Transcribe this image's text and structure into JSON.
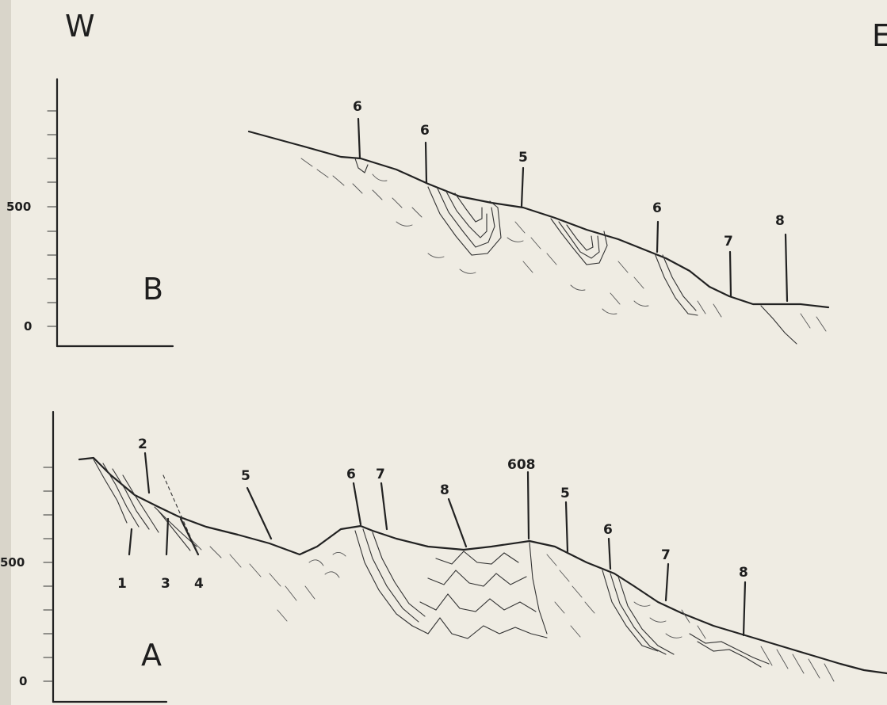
{
  "compass": {
    "west": "W",
    "east": "E"
  },
  "section_b": {
    "label": "B",
    "scale_labels": [
      "500",
      "0"
    ],
    "units": [
      "6",
      "6",
      "5",
      "6",
      "7",
      "8"
    ]
  },
  "section_a": {
    "label": "A",
    "scale_labels": [
      "500",
      "0"
    ],
    "units": [
      "2",
      "5",
      "6",
      "7",
      "8",
      "608",
      "5",
      "6",
      "7",
      "8",
      "1",
      "3",
      "4"
    ]
  },
  "colors": {
    "paper": "#efece3",
    "ink": "#222222"
  }
}
